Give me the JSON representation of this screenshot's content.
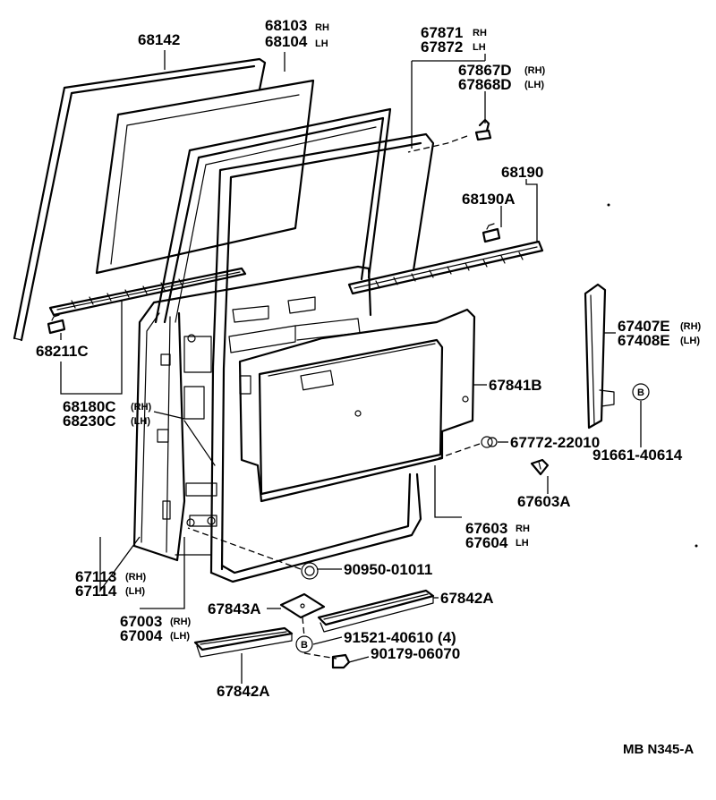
{
  "labels": {
    "p68142": "68142",
    "p68103": "68103",
    "p68104": "68104",
    "p67871": "67871",
    "p67872": "67872",
    "p67867d": "67867D",
    "p67868d": "67868D",
    "p68190": "68190",
    "p68190a": "68190A",
    "p68211c": "68211C",
    "p68180c": "68180C",
    "p68230c": "68230C",
    "p67841b": "67841B",
    "p67407e": "67407E",
    "p67408e": "67408E",
    "p67772": "67772-22010",
    "p91661": "91661-40614",
    "p67603a": "67603A",
    "p67603": "67603",
    "p67604": "67604",
    "p67113": "67113",
    "p67114": "67114",
    "p90950": "90950-01011",
    "p67003": "67003",
    "p67004": "67004",
    "p67843a": "67843A",
    "p67842a_upper": "67842A",
    "p67842a_lower": "67842A",
    "p91521": "91521-40610 (4)",
    "p90179": "90179-06070",
    "diagram_code": "MB N345-A"
  },
  "sides": {
    "rh": "(RH)",
    "lh": "(LH)",
    "rh_tight": "RH",
    "lh_tight": "LH"
  },
  "bolt_letter": "B"
}
